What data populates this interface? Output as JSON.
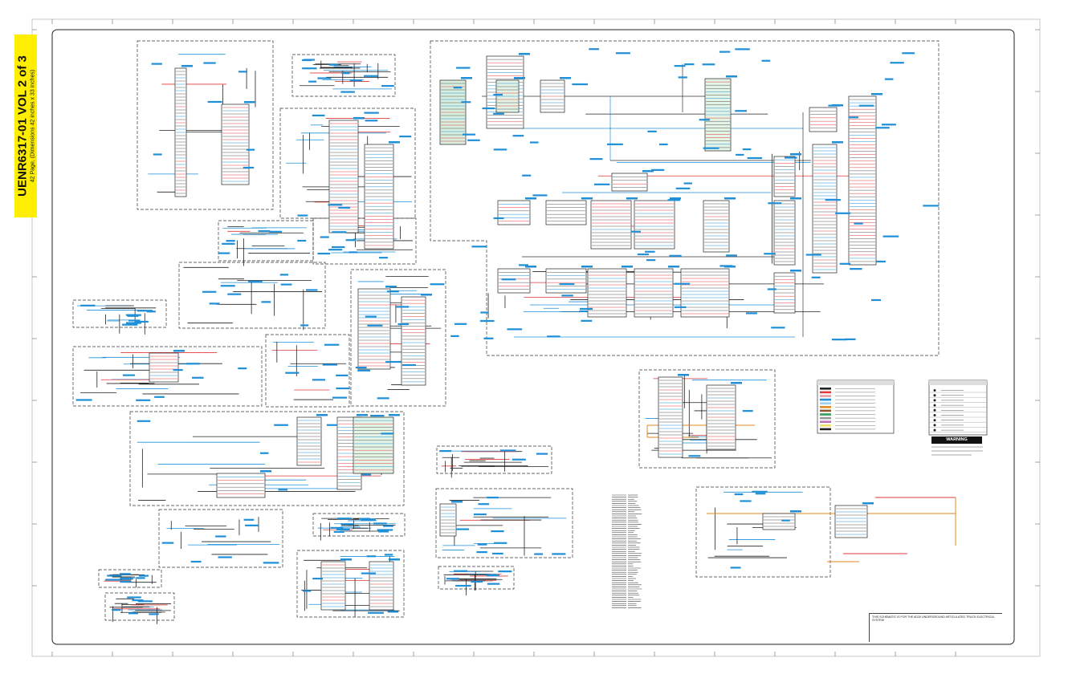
{
  "sheet": {
    "title": "UENR6317-01 VOL 2 of 3",
    "subtitle": "42 Page, (Dimensions 42 inches x 33 inches)",
    "notice": "THIS SCHEMATIC IS FOR THE AD30 UNDERGROUND ARTICULATED TRUCK ELECTRICAL SYSTEM",
    "warning": "WARNING"
  },
  "colors": {
    "wire_red": "#e03a3a",
    "wire_blue": "#1f8fd8",
    "wire_green": "#2e9e5a",
    "wire_orange": "#e08a20",
    "wire_brown": "#8a5a2a",
    "banner_yellow": "#ffee00",
    "line": "#222222"
  }
}
